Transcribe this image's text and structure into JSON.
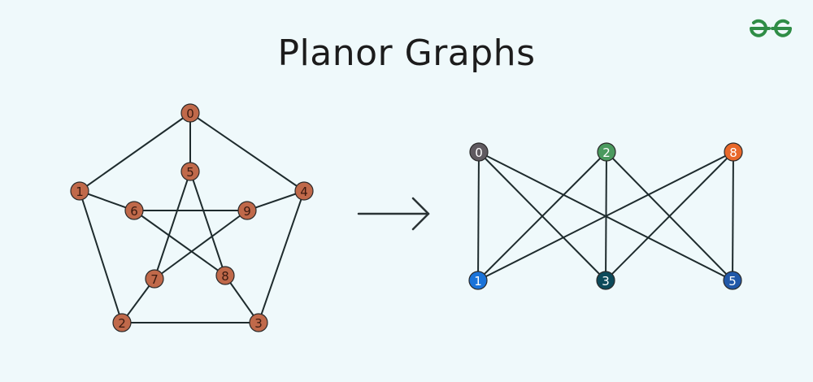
{
  "title": "Planor Graphs",
  "logo": {
    "text": "GeeksforGeeks",
    "color": "#2f8d46"
  },
  "colors": {
    "background": "#eff9fb",
    "edge": "#1e2b2d",
    "left_node": "#c0694a"
  },
  "left_graph": {
    "nodes": [
      {
        "id": "0",
        "color": "#c0694a"
      },
      {
        "id": "1",
        "color": "#c0694a"
      },
      {
        "id": "2",
        "color": "#c0694a"
      },
      {
        "id": "3",
        "color": "#c0694a"
      },
      {
        "id": "4",
        "color": "#c0694a"
      },
      {
        "id": "5",
        "color": "#c0694a"
      },
      {
        "id": "6",
        "color": "#c0694a"
      },
      {
        "id": "7",
        "color": "#c0694a"
      },
      {
        "id": "8",
        "color": "#c0694a"
      },
      {
        "id": "9",
        "color": "#c0694a"
      }
    ],
    "edges": [
      [
        "0",
        "1"
      ],
      [
        "0",
        "4"
      ],
      [
        "0",
        "5"
      ],
      [
        "1",
        "6"
      ],
      [
        "1",
        "2"
      ],
      [
        "2",
        "7"
      ],
      [
        "2",
        "3"
      ],
      [
        "3",
        "8"
      ],
      [
        "3",
        "4"
      ],
      [
        "4",
        "9"
      ],
      [
        "6",
        "9"
      ],
      [
        "6",
        "8"
      ],
      [
        "5",
        "7"
      ],
      [
        "5",
        "8"
      ],
      [
        "7",
        "9"
      ]
    ]
  },
  "arrow": {
    "icon": "arrow-right-icon"
  },
  "right_graph": {
    "nodes": [
      {
        "id": "0",
        "color": "#5f5a60"
      },
      {
        "id": "2",
        "color": "#4a9a5e"
      },
      {
        "id": "8",
        "color": "#e8682a"
      },
      {
        "id": "1",
        "color": "#1a73d9"
      },
      {
        "id": "3",
        "color": "#0d4a5a"
      },
      {
        "id": "5",
        "color": "#2158a8"
      }
    ],
    "edges": [
      [
        "0",
        "1"
      ],
      [
        "0",
        "3"
      ],
      [
        "0",
        "5"
      ],
      [
        "2",
        "1"
      ],
      [
        "2",
        "3"
      ],
      [
        "2",
        "5"
      ],
      [
        "8",
        "1"
      ],
      [
        "8",
        "3"
      ],
      [
        "8",
        "5"
      ]
    ]
  }
}
